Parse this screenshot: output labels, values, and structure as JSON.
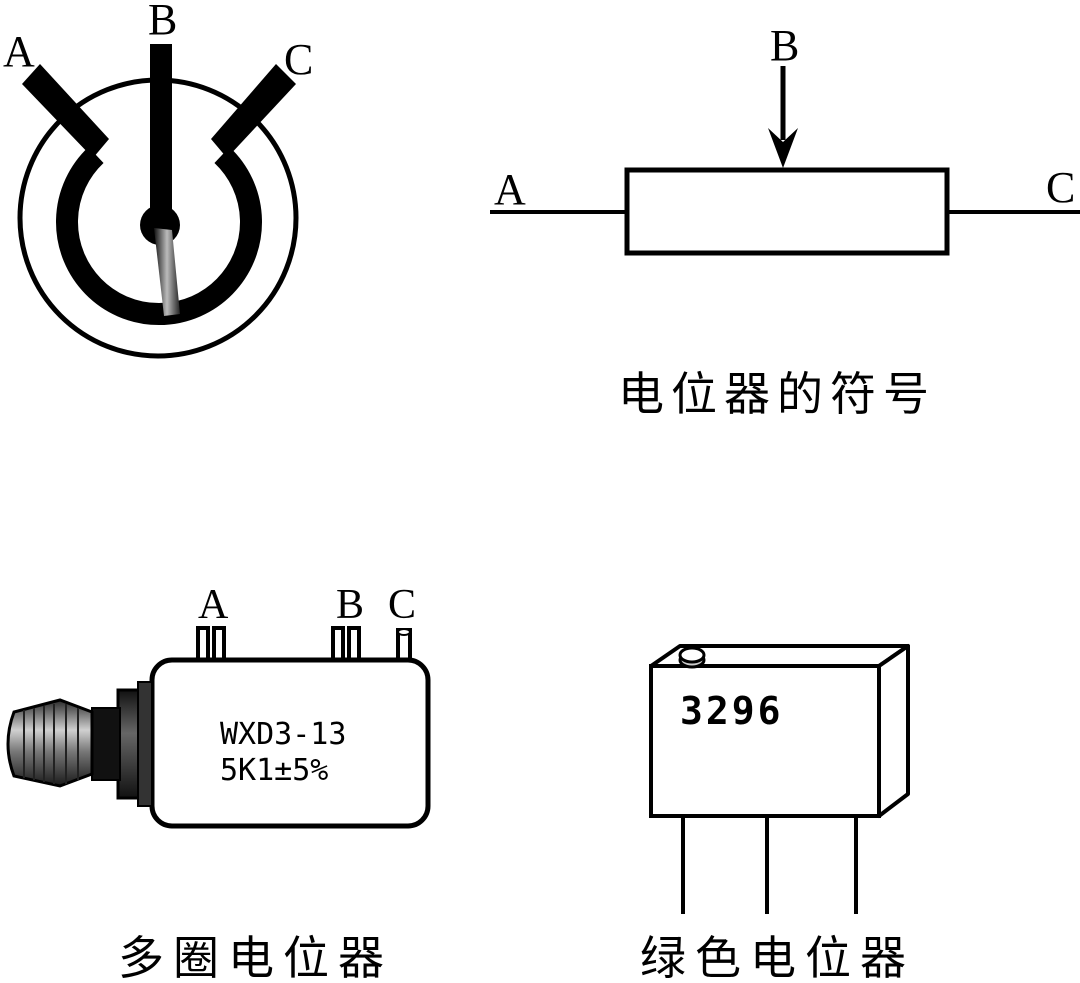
{
  "pot_knob": {
    "label_a": "A",
    "label_b": "B",
    "label_c": "C"
  },
  "pot_symbol": {
    "label_a": "A",
    "label_b": "B",
    "label_c": "C",
    "caption": "电位器的符号"
  },
  "multiturn_pot": {
    "label_a": "A",
    "label_b": "B",
    "label_c": "C",
    "model_line": "WXD3-13",
    "value_line": "5K1±5%",
    "caption": "多圈电位器"
  },
  "trimmer_pot": {
    "model": "3296",
    "caption": "绿色电位器"
  }
}
